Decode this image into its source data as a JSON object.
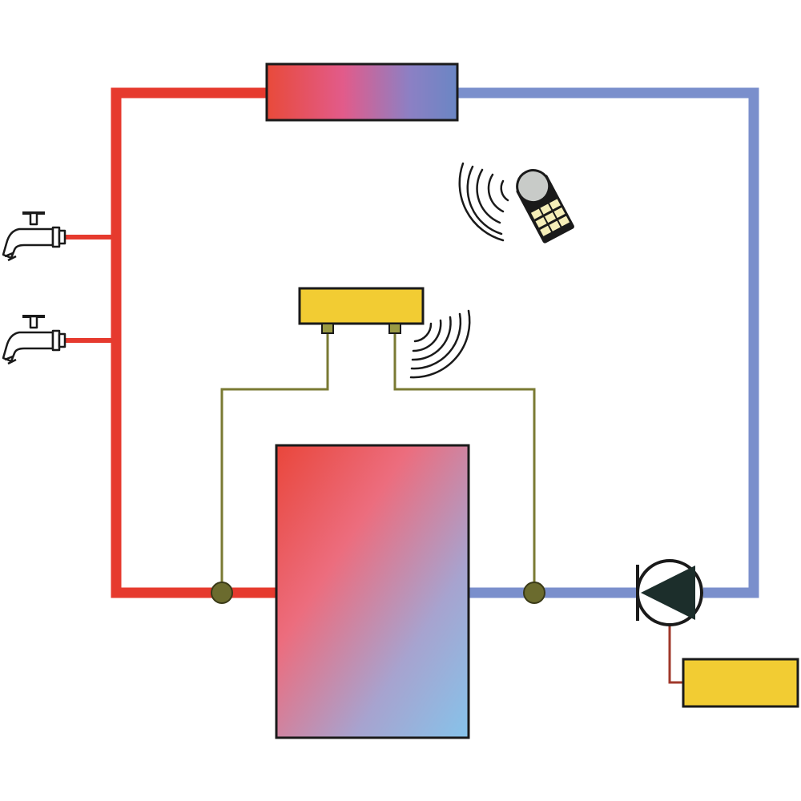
{
  "colors": {
    "hot_pipe": "#e63a2e",
    "cold_pipe": "#7a8fcc",
    "sensor_wire": "#7a7a33",
    "sensor_node": "#6b6b2e",
    "controller": "#f2cc33",
    "outline": "#1a1a1a",
    "pump_arrow": "#1c2e2b",
    "remote_screen": "#c8cbc8",
    "remote_body": "#f5eeb8"
  },
  "components": [
    {
      "name": "heat-exchanger",
      "icon": "gradient-panel-icon"
    },
    {
      "name": "storage-tank",
      "icon": "gradient-tank-icon"
    },
    {
      "name": "controller",
      "icon": "wireless-controller-icon"
    },
    {
      "name": "pump",
      "icon": "pump-icon"
    },
    {
      "name": "pump-control-box",
      "icon": "control-box-icon"
    },
    {
      "name": "remote-control",
      "icon": "remote-control-icon"
    },
    {
      "name": "faucet-upper",
      "icon": "faucet-icon"
    },
    {
      "name": "faucet-lower",
      "icon": "faucet-icon"
    }
  ]
}
